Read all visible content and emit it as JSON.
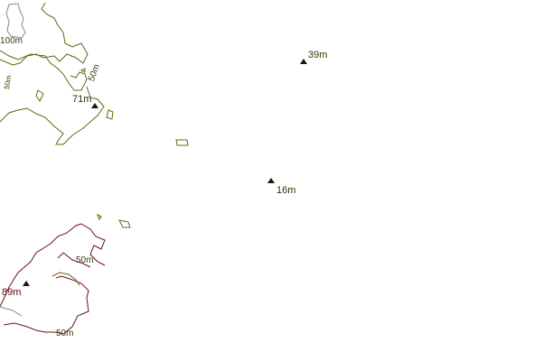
{
  "colors": {
    "coast": "#6b6410",
    "contour_high": "#6a1020",
    "contour_100": "#8a8a8a",
    "marker": "#1a1a00",
    "peak_text": "#1d3d00",
    "peak_text_red": "#5a0a10"
  },
  "peaks": [
    {
      "label": "39m",
      "icon": "triangle-peak-icon"
    },
    {
      "label": "16m",
      "icon": "triangle-peak-icon"
    },
    {
      "label": "71m",
      "icon": "triangle-peak-icon"
    },
    {
      "label": "89m",
      "icon": "triangle-peak-icon"
    }
  ],
  "contour_labels": [
    "100m",
    "50m",
    "50m",
    "50m",
    "50m"
  ]
}
